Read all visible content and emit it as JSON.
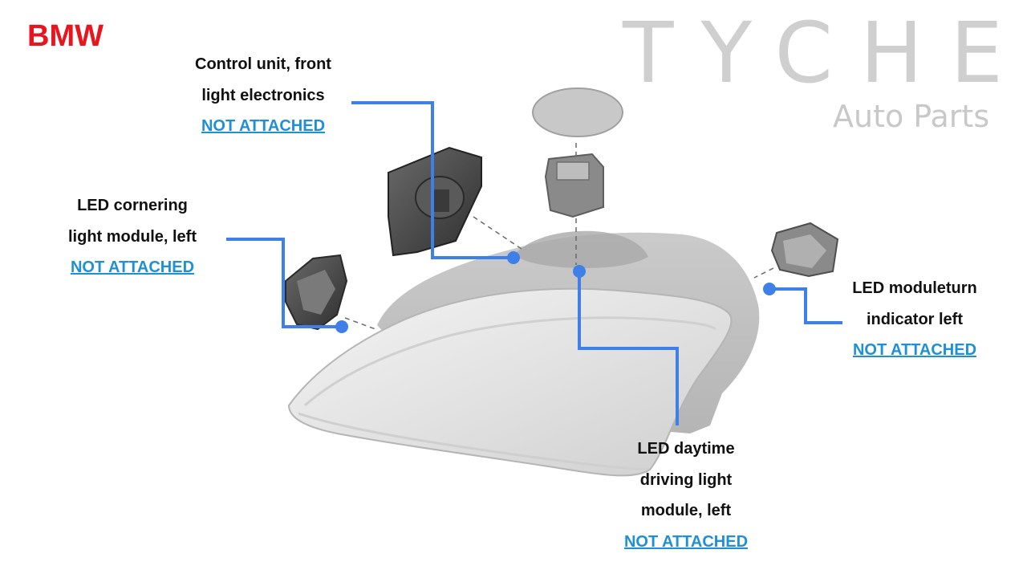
{
  "brand": "BMW",
  "logo": {
    "wordmark": "TYCHE",
    "subtitle": "Auto Parts"
  },
  "colors": {
    "brand": "#e8141e",
    "leader_line": "#3f7fe8",
    "status_link": "#1e90d6",
    "logo_gray": "#cfcfcf"
  },
  "callouts": [
    {
      "lines": [
        "Control unit, front",
        "light electronics"
      ],
      "status": "NOT ATTACHED"
    },
    {
      "lines": [
        "LED cornering",
        "light module, left"
      ],
      "status": "NOT ATTACHED"
    },
    {
      "lines": [
        "LED moduleturn",
        "indicator left"
      ],
      "status": "NOT ATTACHED"
    },
    {
      "lines": [
        "LED daytime",
        "driving light",
        "module, left"
      ],
      "status": "NOT ATTACHED"
    }
  ]
}
